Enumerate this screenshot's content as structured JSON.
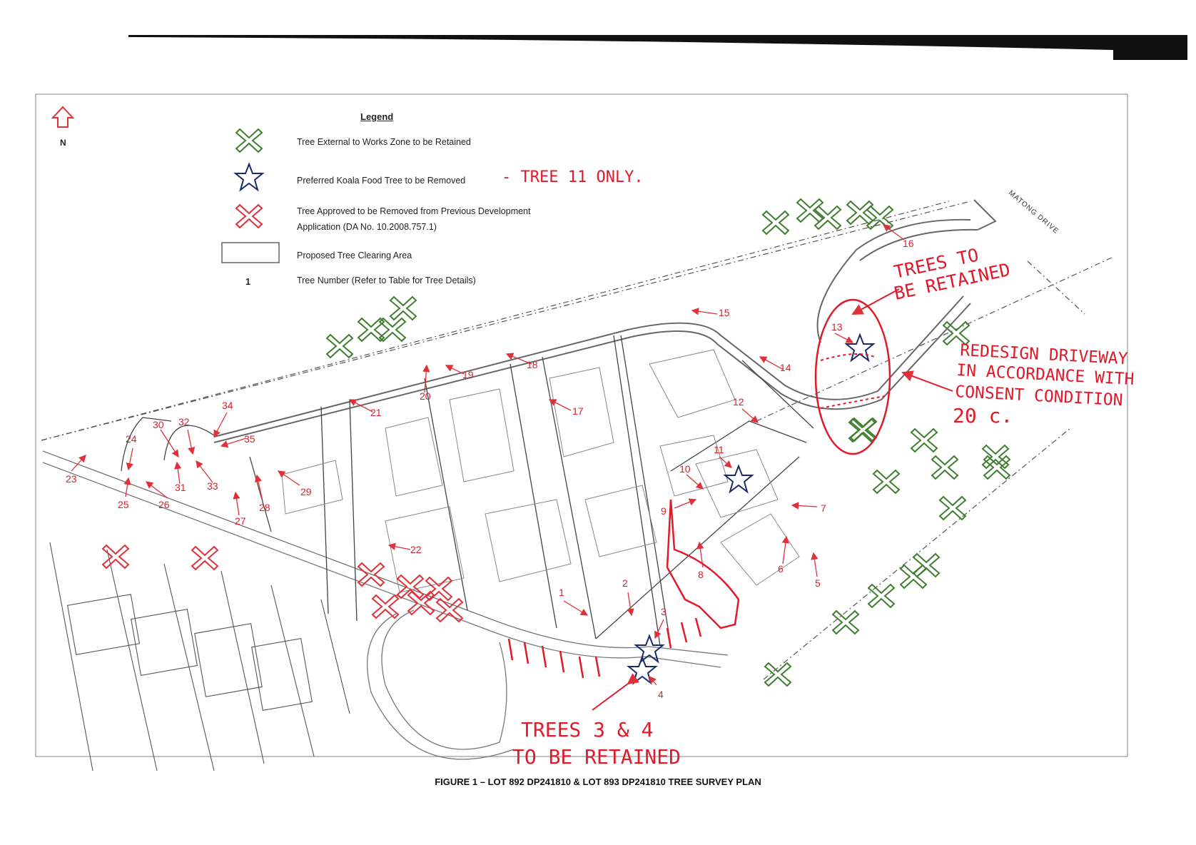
{
  "legend": {
    "title": "Legend",
    "north": "N",
    "external_retained": "Tree External to Works Zone to be Retained",
    "koala_removed": "Preferred Koala Food Tree to be Removed",
    "approved_removed_line1": "Tree Approved to be Removed from Previous Development",
    "approved_removed_line2": "Application (DA No. 10.2008.757.1)",
    "clearing_area": "Proposed Tree Clearing Area",
    "tree_number_sample": "1",
    "tree_number_desc": "Tree Number (Refer to Table for Tree Details)"
  },
  "road_name": "MATONG DRIVE",
  "tree_numbers": [
    "1",
    "2",
    "3",
    "4",
    "5",
    "6",
    "7",
    "8",
    "9",
    "10",
    "11",
    "12",
    "13",
    "14",
    "15",
    "16",
    "17",
    "18",
    "19",
    "20",
    "21",
    "22",
    "23",
    "24",
    "25",
    "26",
    "27",
    "28",
    "29",
    "30",
    "31",
    "32",
    "33",
    "34",
    "35"
  ],
  "annotations": {
    "tree11_note": "- TREE 11 ONLY.",
    "retained_13_line1": "TREES TO",
    "retained_13_line2": "BE RETAINED",
    "redesign_line1": "REDESIGN DRIVEWAY",
    "redesign_line2": "IN ACCORDANCE WITH",
    "redesign_line3": "CONSENT CONDITION",
    "redesign_line4": "20 c.",
    "trees34_line1": "TREES 3 & 4",
    "trees34_line2": "TO BE RETAINED"
  },
  "caption": "FIGURE 1 – LOT 892 DP241810 & LOT 893 DP241810 TREE SURVEY PLAN",
  "colors": {
    "retained": "#3f7d2f",
    "removed_prev": "#e0303a",
    "koala": "#1c2a6b",
    "markup": "#e01a2a",
    "linework": "#555555"
  }
}
